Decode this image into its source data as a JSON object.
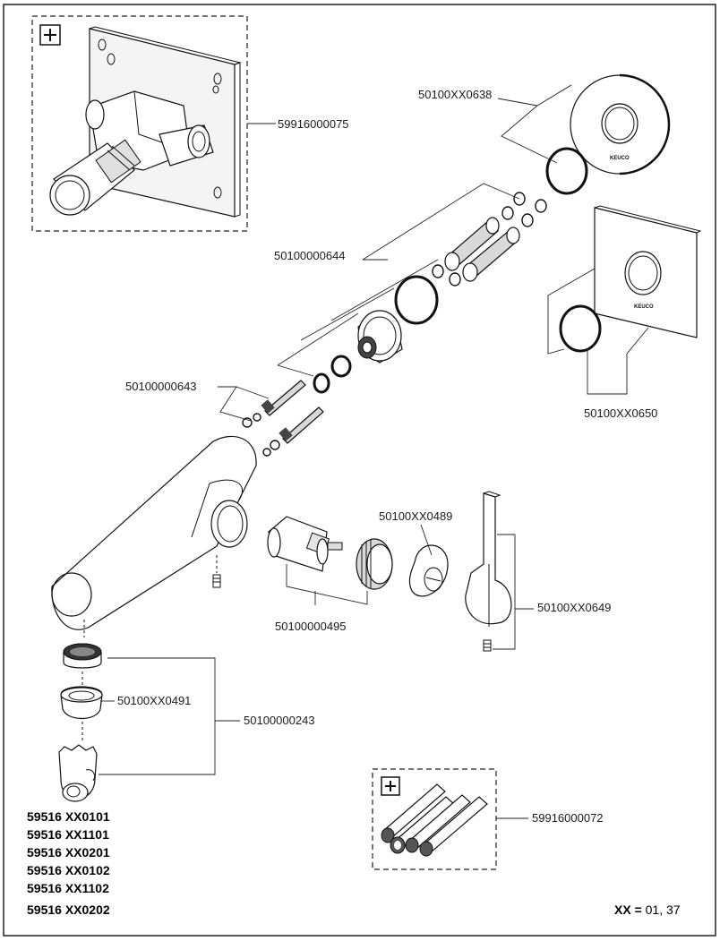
{
  "parts": {
    "mounting_box": "59916000075",
    "rosette_round": "50100XX0638",
    "connection_set": "50100000644",
    "spindle_set": "50100000643",
    "rosette_square": "50100XX0650",
    "cover_cap": "50100XX0489",
    "lever_handle": "50100XX0649",
    "cartridge": "50100000495",
    "aerator_cap": "50100XX0491",
    "aerator_set": "50100000243",
    "extension_set": "59916000072"
  },
  "logo_text": "KEUCO",
  "models": [
    "59516 XX0101",
    "59516 XX1101",
    "59516 XX0201",
    "59516 XX0102",
    "59516 XX1102",
    "59516 XX0202"
  ],
  "xx_note": {
    "key": "XX =",
    "values": " 01, 37"
  },
  "icons": {
    "optional_box_1": "plus-box-icon",
    "optional_box_2": "plus-box-icon"
  }
}
